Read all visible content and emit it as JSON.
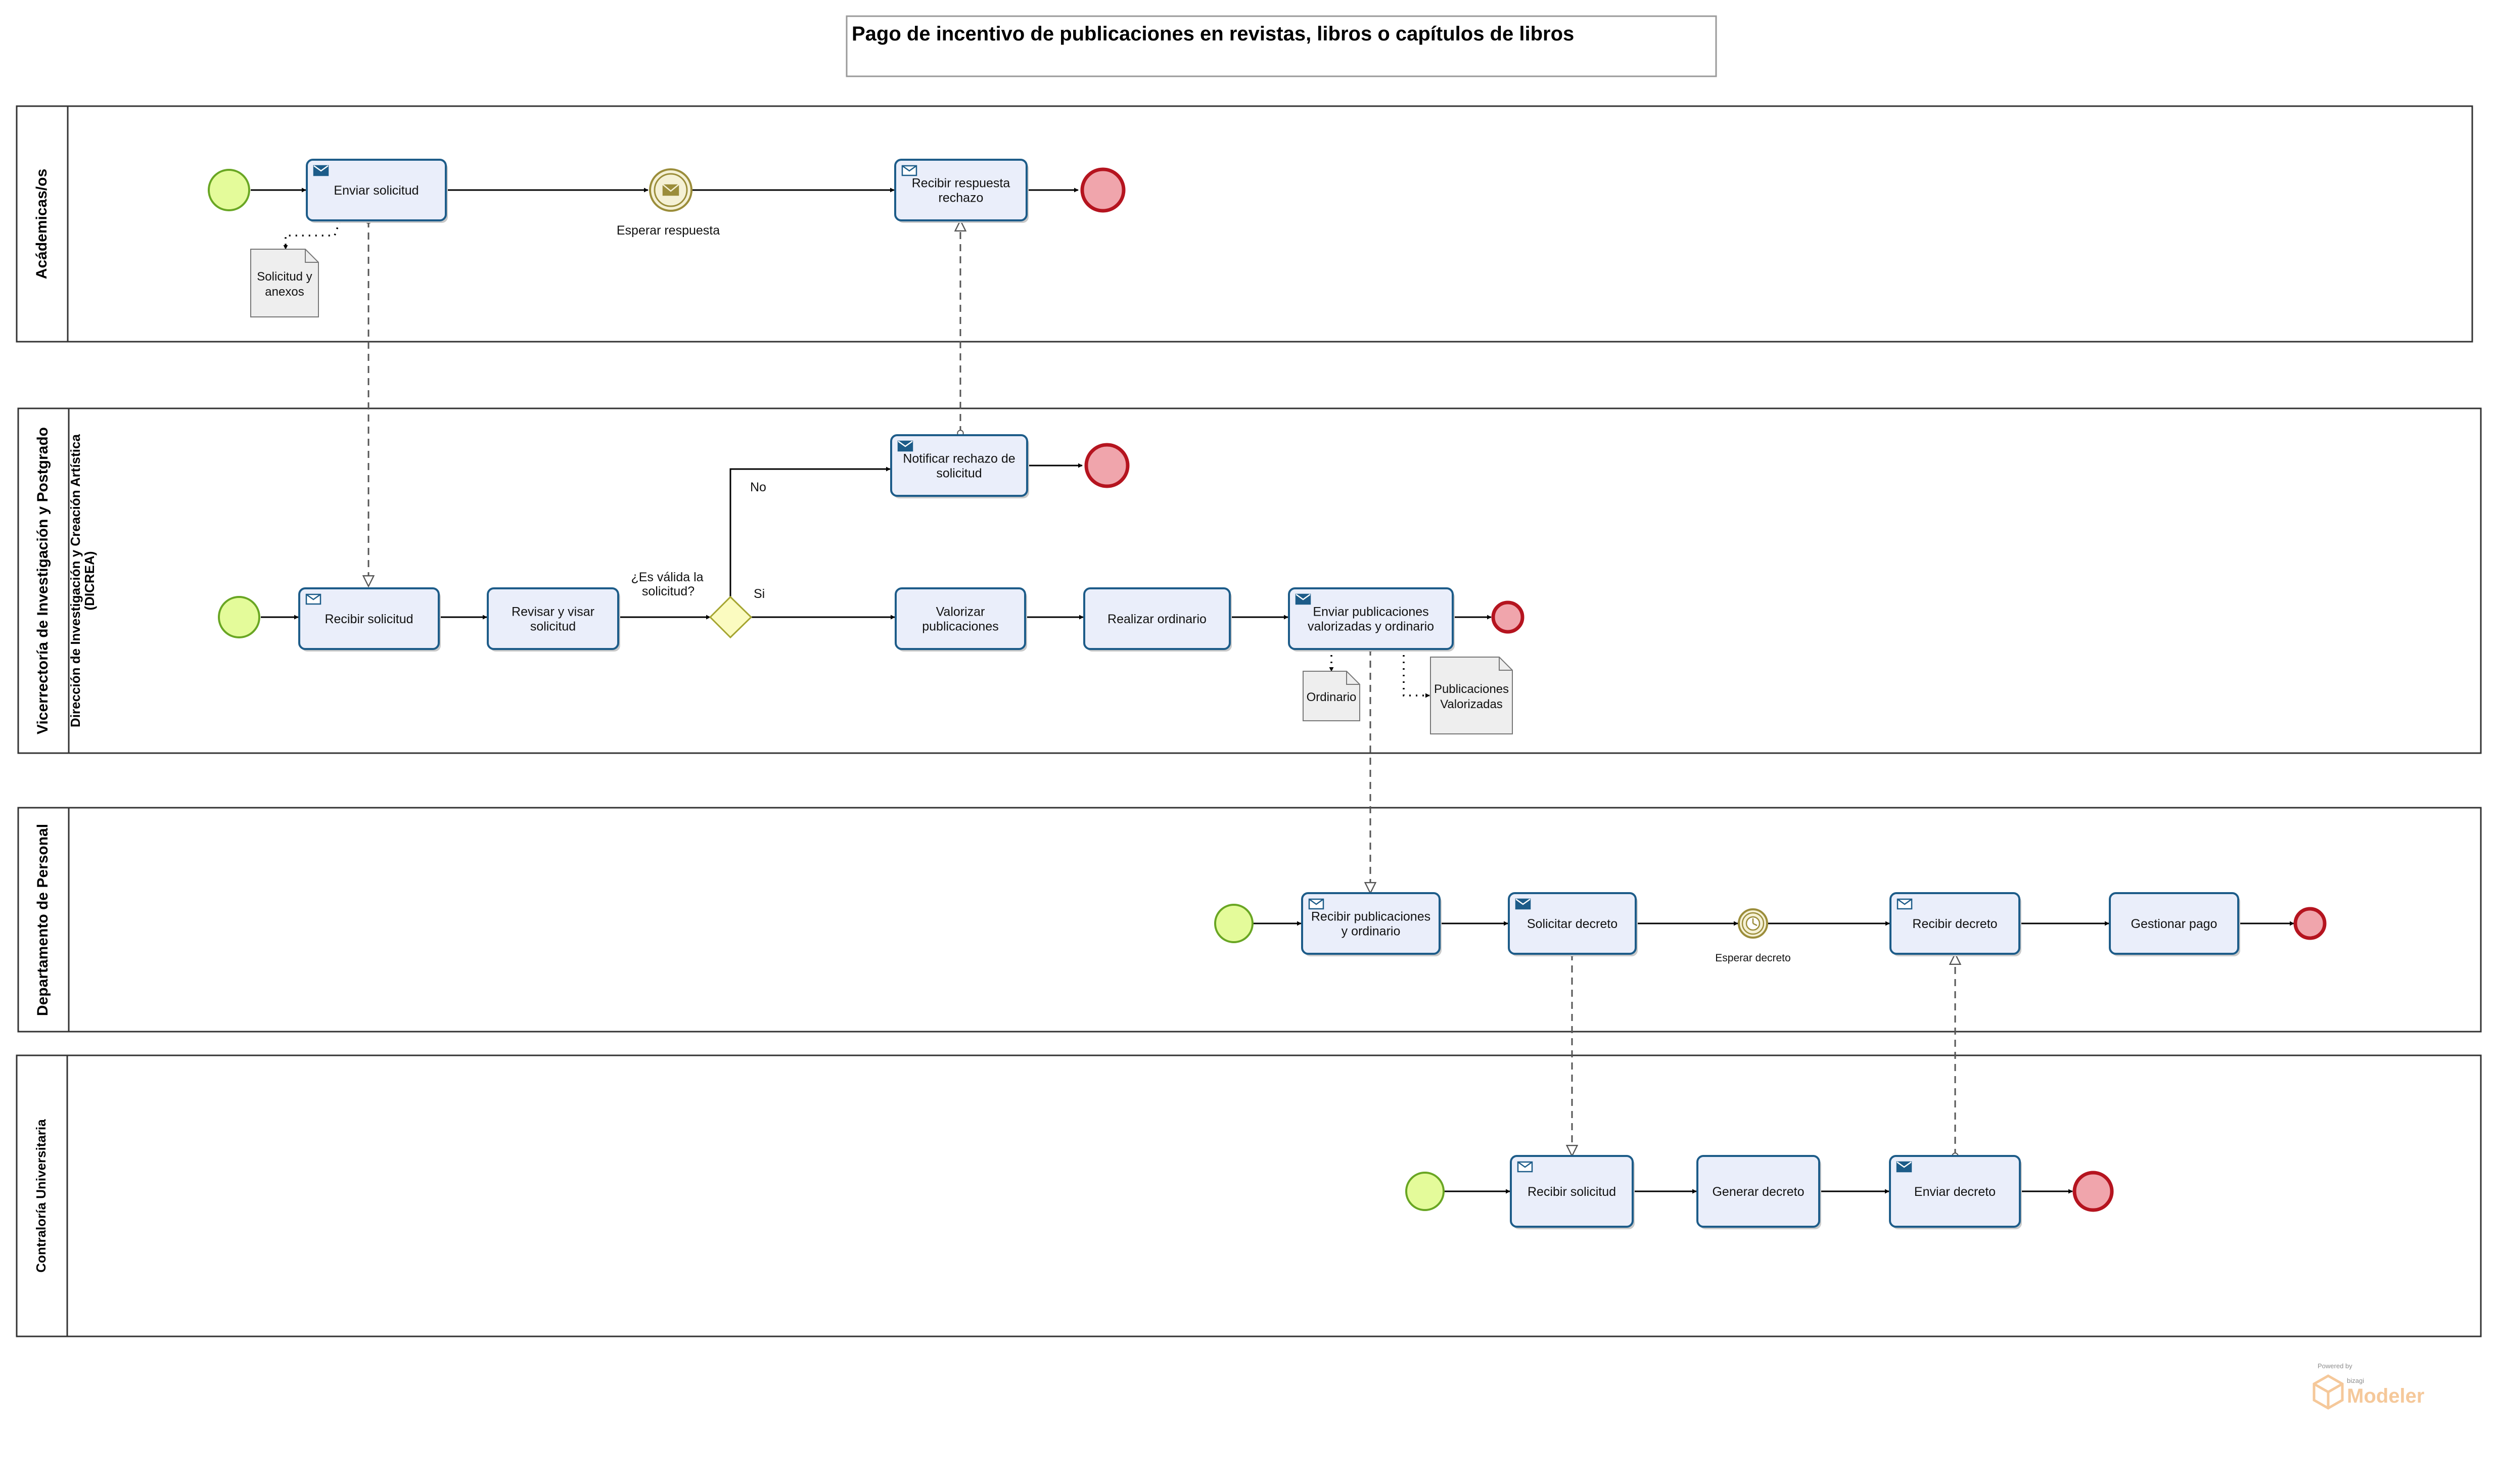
{
  "title": "Pago de incentivo de publicaciones en revistas, libros o capítulos de libros",
  "colors": {
    "task_fill": "#eaeefa",
    "task_stroke": "#1d5c89",
    "start_fill": "#e4fb9a",
    "start_stroke": "#69a623",
    "end_fill": "#f0a5ac",
    "end_stroke": "#b5141f",
    "gateway_fill": "#fbfbc0",
    "gateway_stroke": "#a5a530",
    "intermediate_fill": "#f5f1d5",
    "intermediate_stroke": "#9b8d3a",
    "document_fill": "#eeeeee"
  },
  "pools": [
    {
      "id": "academicas",
      "label": "Acádemicas/os"
    },
    {
      "id": "vicerrectoria",
      "label": "Vicerrectoría de Investigación y Postgrado",
      "lane_label_1": "Dirección de Investigación y Creación Artística",
      "lane_label_2": "(DICREA)"
    },
    {
      "id": "personal",
      "label": "Departamento de Personal"
    },
    {
      "id": "contraloria",
      "label": "Contraloría Universitaria"
    }
  ],
  "tasks": {
    "enviar_solicitud": {
      "lines": [
        "Enviar solicitud"
      ],
      "icon": "envelope-send-icon"
    },
    "recibir_respuesta": {
      "lines": [
        "Recibir respuesta",
        "rechazo"
      ],
      "icon": "envelope-receive-icon"
    },
    "notificar_rechazo": {
      "lines": [
        "Notificar rechazo de",
        "solicitud"
      ],
      "icon": "envelope-send-icon"
    },
    "recibir_solicitud_v": {
      "lines": [
        "Recibir solicitud"
      ],
      "icon": "envelope-receive-icon"
    },
    "revisar_visar": {
      "lines": [
        "Revisar y visar",
        "solicitud"
      ]
    },
    "valorizar": {
      "lines": [
        "Valorizar",
        "publicaciones"
      ]
    },
    "realizar_ordinario": {
      "lines": [
        "Realizar ordinario"
      ]
    },
    "enviar_publicaciones": {
      "lines": [
        "Enviar publicaciones",
        "valorizadas y ordinario"
      ],
      "icon": "envelope-send-icon"
    },
    "recibir_publicaciones": {
      "lines": [
        "Recibir publicaciones",
        "y ordinario"
      ],
      "icon": "envelope-receive-icon"
    },
    "solicitar_decreto": {
      "lines": [
        "Solicitar decreto"
      ],
      "icon": "envelope-send-icon"
    },
    "recibir_decreto": {
      "lines": [
        "Recibir decreto"
      ],
      "icon": "envelope-receive-icon"
    },
    "gestionar_pago": {
      "lines": [
        "Gestionar pago"
      ]
    },
    "recibir_solicitud_c": {
      "lines": [
        "Recibir solicitud"
      ],
      "icon": "envelope-receive-icon"
    },
    "generar_decreto": {
      "lines": [
        "Generar decreto"
      ]
    },
    "enviar_decreto": {
      "lines": [
        "Enviar decreto"
      ],
      "icon": "envelope-send-icon"
    }
  },
  "events": {
    "esperar_respuesta": {
      "label": "Esperar respuesta",
      "icon": "message-catch-icon"
    },
    "esperar_decreto": {
      "label": "Esperar decreto",
      "icon": "timer-icon"
    }
  },
  "gateway": {
    "label_lines": [
      "¿Es válida la",
      "solicitud?"
    ],
    "yes": "Si",
    "no": "No"
  },
  "documents": {
    "solicitud_anexos": {
      "lines": [
        "Solicitud y",
        "anexos"
      ]
    },
    "ordinario": {
      "lines": [
        "Ordinario"
      ]
    },
    "publicaciones_valorizadas": {
      "lines": [
        "Publicaciones",
        "Valorizadas"
      ]
    }
  },
  "branding": {
    "powered": "Powered by",
    "bizagi": "bizagi",
    "product": "Modeler"
  }
}
